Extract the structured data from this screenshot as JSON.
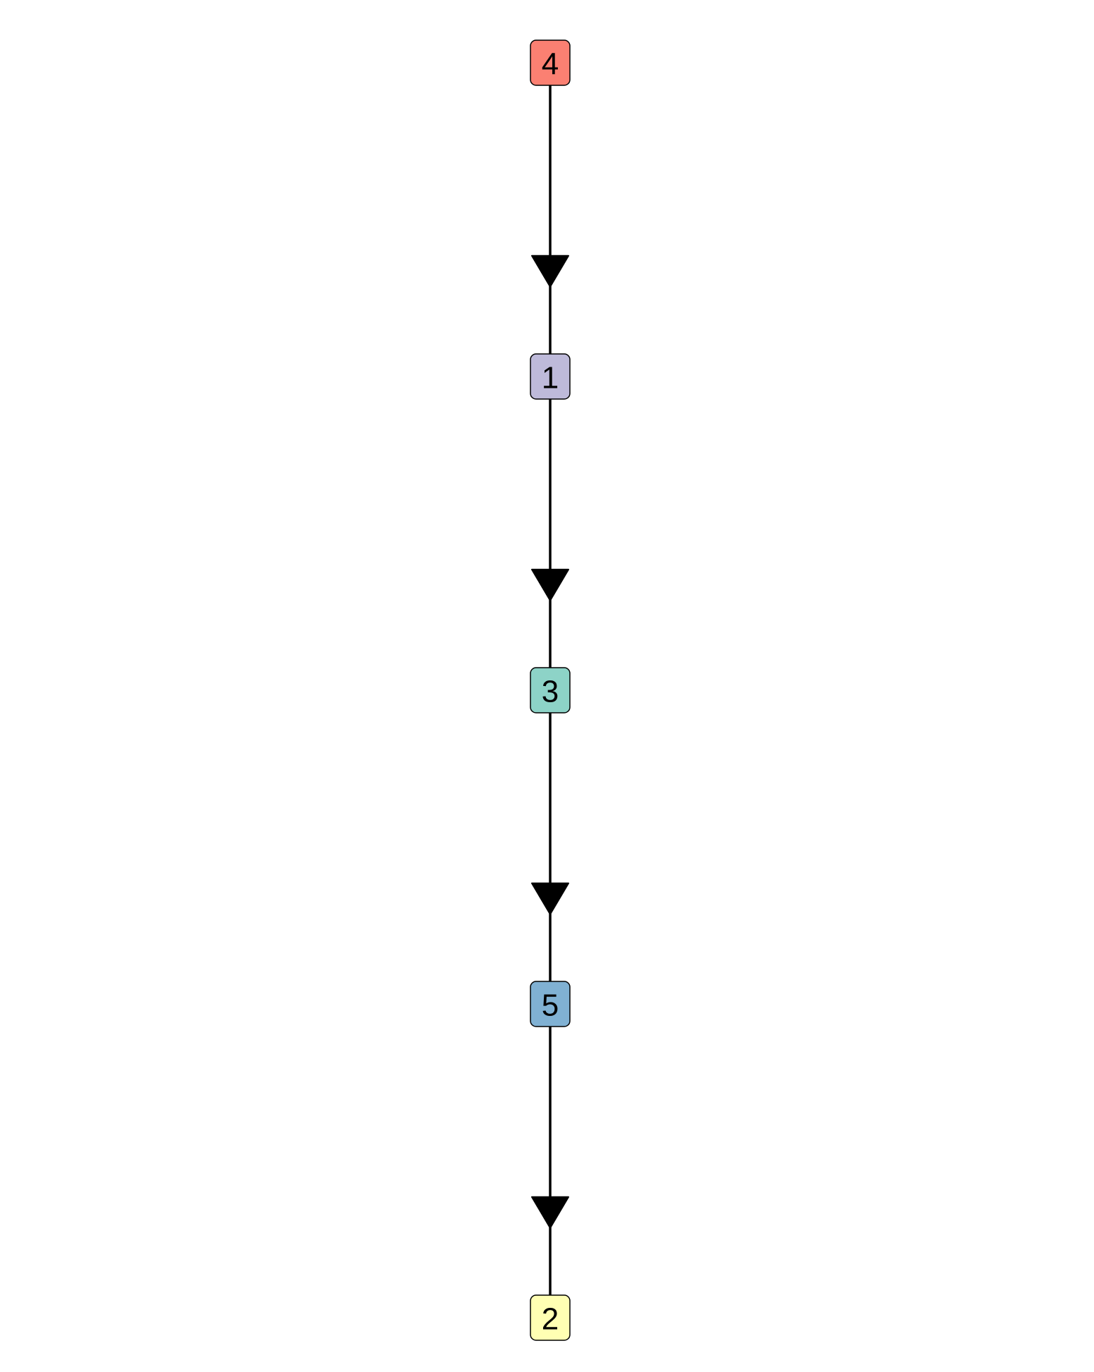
{
  "nodes": [
    {
      "id": "n4",
      "label": "4",
      "fill": "#fb8072"
    },
    {
      "id": "n1",
      "label": "1",
      "fill": "#bebada"
    },
    {
      "id": "n3",
      "label": "3",
      "fill": "#8dd3c7"
    },
    {
      "id": "n5",
      "label": "5",
      "fill": "#80b1d3"
    },
    {
      "id": "n2",
      "label": "2",
      "fill": "#ffffb3"
    }
  ],
  "edges": [
    {
      "from": "n4",
      "to": "n1"
    },
    {
      "from": "n1",
      "to": "n3"
    },
    {
      "from": "n3",
      "to": "n5"
    },
    {
      "from": "n5",
      "to": "n2"
    }
  ],
  "colors": {
    "edge": "#000000",
    "node_border": "#000000",
    "background": "#ffffff"
  }
}
